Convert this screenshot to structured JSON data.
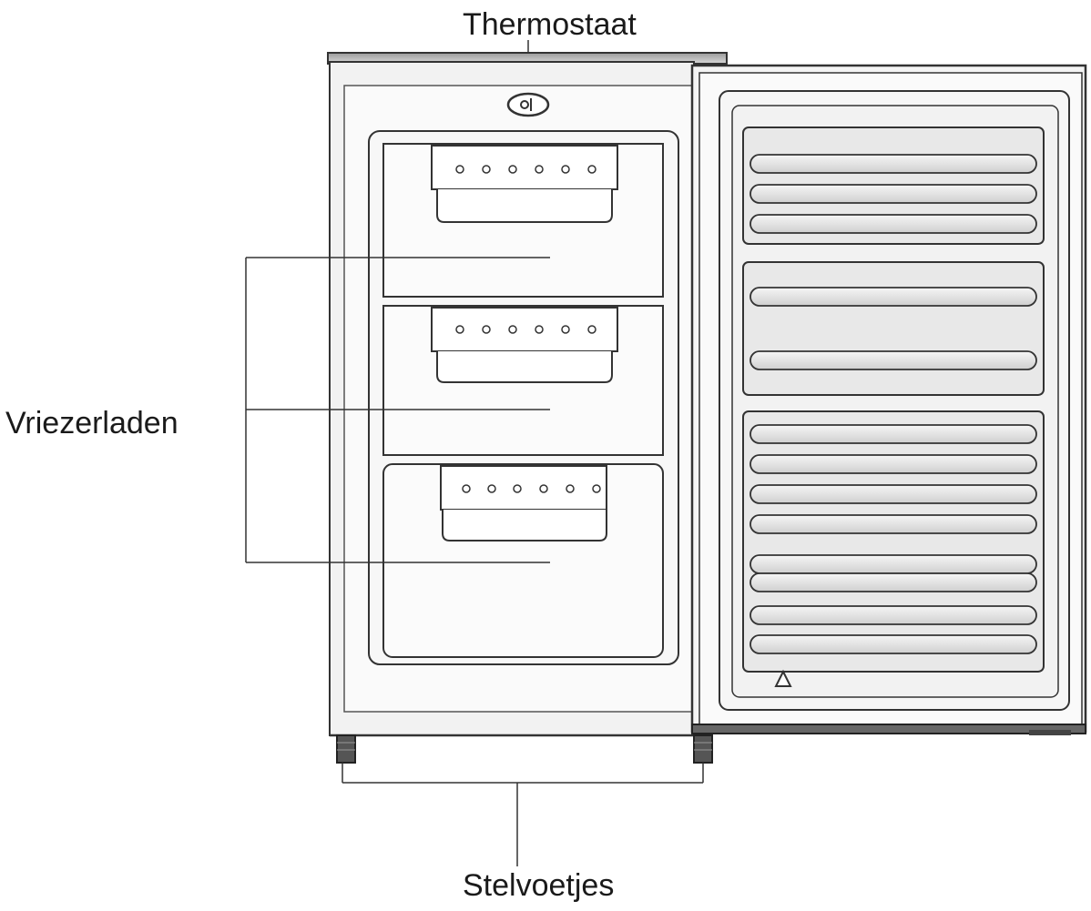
{
  "labels": {
    "thermostat": "Thermostaat",
    "drawers": "Vriezerladen",
    "feet": "Stelvoetjes"
  },
  "colors": {
    "line": "#333333",
    "cabinet_fill": "#f2f2f2",
    "door_fill": "#f4f4f4",
    "shelf_fill": "#e6e6e6",
    "foot_fill": "#555555"
  }
}
